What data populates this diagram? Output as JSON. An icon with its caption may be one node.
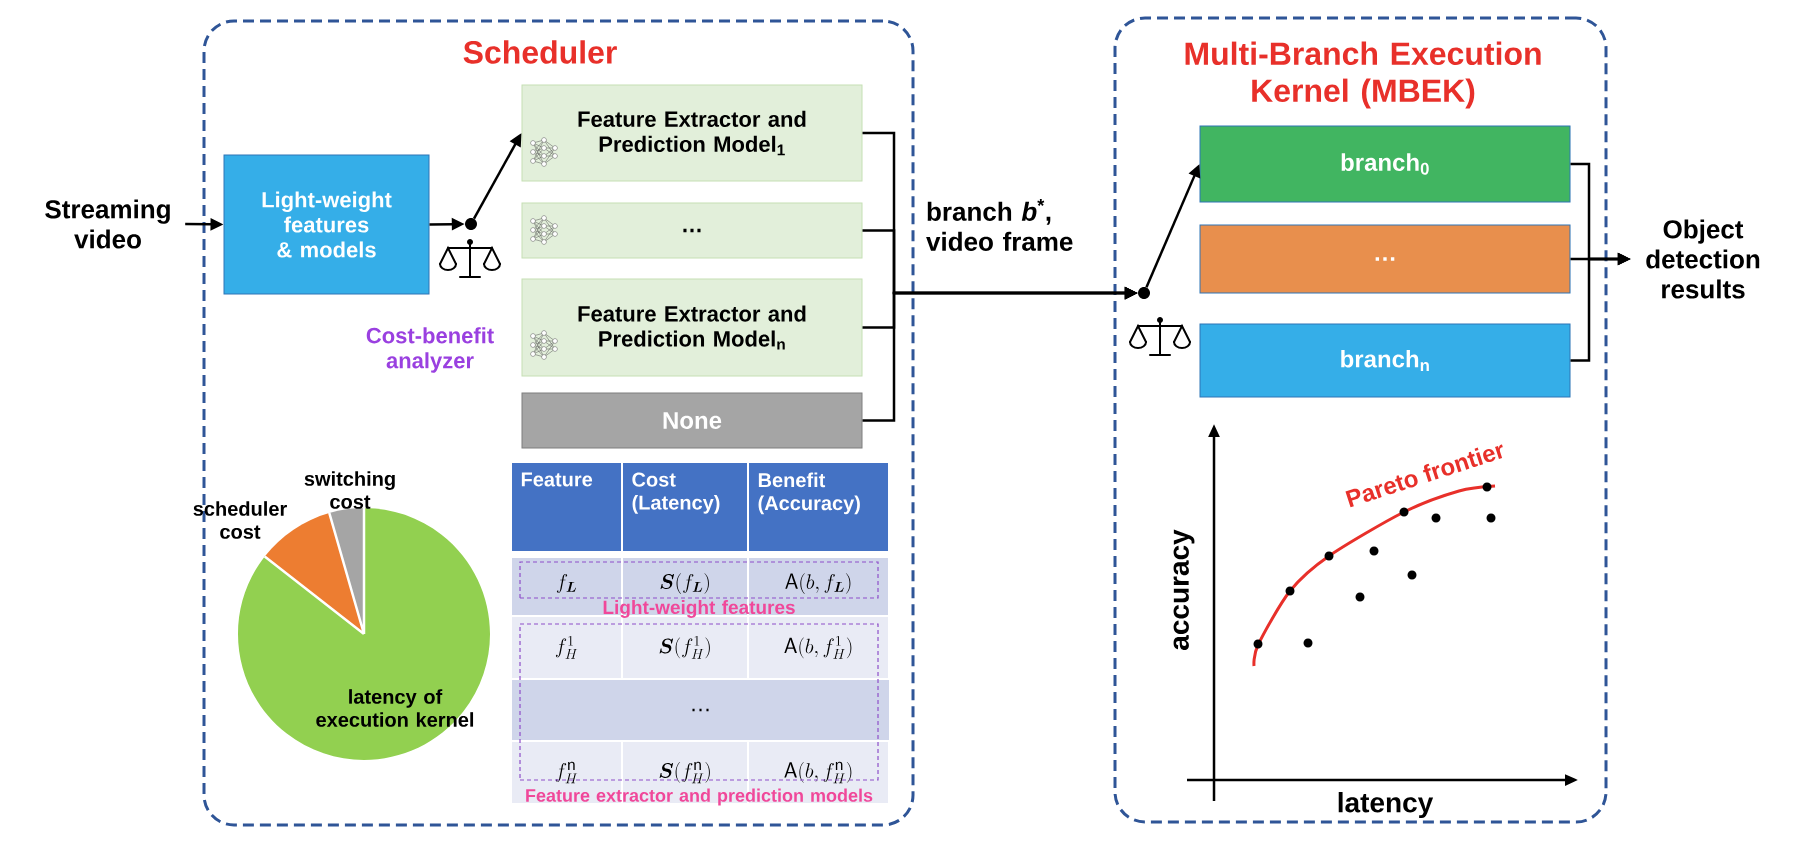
{
  "diagram": {
    "nodes": [
      {
        "text": [
          "Scheduler"
        ]
      },
      {
        "text": [
          "Multi-Branch Execution Kernel (MBEK)"
        ]
      },
      {
        "text": [
          "Streaming video"
        ]
      },
      {
        "text": [
          "Light-weight features & models"
        ],
        "in": 0
      },
      {
        "text": [
          "Feature Extractor and Prediction Model$_{1}$"
        ],
        "in": 0
      },
      {
        "text": [
          "…"
        ],
        "in": 0
      },
      {
        "text": [
          "Feature Extractor and Prediction Model$_{n}$"
        ],
        "in": 0
      },
      {
        "text": [
          "None"
        ],
        "in": 0
      },
      {
        "text": [],
        "shape": "circle",
        "in": 0
      },
      {
        "text": [],
        "shape": "circle",
        "in": 1
      },
      {
        "text": [
          "branch$_{0}$"
        ],
        "in": 1
      },
      {
        "text": [
          "…"
        ],
        "in": 1
      },
      {
        "text": [
          "branch$_{n}$"
        ],
        "in": 1
      },
      {
        "text": [
          "Object detection results"
        ]
      },
      {
        "text": [
          "Light-weight features"
        ],
        "in": 0
      },
      {
        "text": [
          "Feature extractor and prediction models"
        ],
        "in": 0
      }
    ],
    "edges": [
      {
        "from": 2,
        "to": 3,
        "arrow": "to"
      },
      {
        "from": 3,
        "to": 8,
        "arrow": "to"
      },
      {
        "from": 8,
        "to": 4,
        "arrow": "to"
      },
      {
        "from": 4,
        "to": 9,
        "arrow": "to"
      },
      {
        "from": 5,
        "to": 9,
        "arrow": "to"
      },
      {
        "from": 6,
        "to": 9,
        "arrow": "to",
        "label": "branch *b*$^{*}$, video frame"
      },
      {
        "from": 7,
        "to": 9,
        "arrow": "to"
      },
      {
        "from": 9,
        "to": 10,
        "arrow": "to"
      },
      {
        "from": 10,
        "to": 13,
        "arrow": "to"
      },
      {
        "from": 11,
        "to": 13,
        "arrow": "to"
      },
      {
        "from": 12,
        "to": 13,
        "arrow": "to"
      }
    ],
    "labels": [
      "Cost-benefit analyzer",
      "switching cost",
      "scheduler cost",
      "Feature",
      "Cost (Latency)",
      "Benefit (Accuracy)",
      "f_{\\boldsymbol{L}}",
      "\\boldsymbol{S}(f_{\\boldsymbol{L}})",
      "\\mathsf{A}(b,f_{\\boldsymbol{L}})",
      "f_H^1",
      "\\boldsymbol{S}(f_H^1)",
      "\\mathsf{A}(b,f_H^1)",
      "…",
      "f_H^{\\mathrm{n}}",
      "\\boldsymbol{S}(f_H^{\\mathrm{n}})",
      "\\mathsf{A}(b,f_H^{\\mathrm{n}})",
      "latency of execution kernel",
      "Pareto frontier",
      "accuracy",
      "latency"
    ]
  }
}
